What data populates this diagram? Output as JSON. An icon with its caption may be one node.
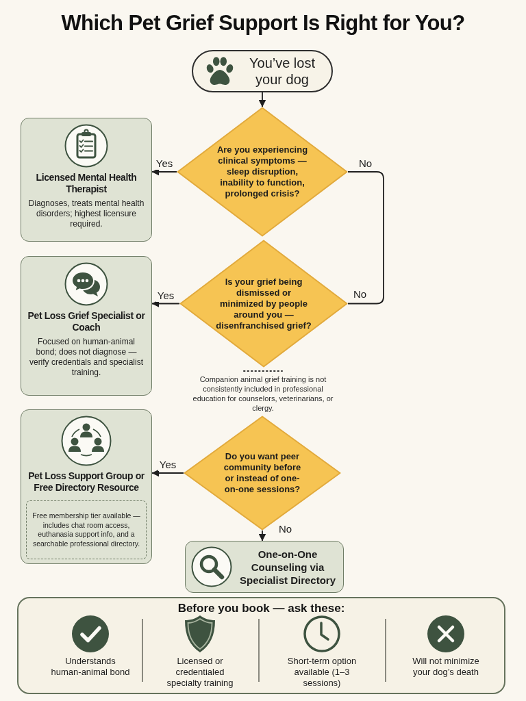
{
  "diagram": {
    "title": "Which Pet Grief Support Is Right for You?",
    "nodes": [
      {
        "text": [
          "You’ve lost your dog"
        ]
      },
      {
        "text": [
          "Are you experiencing clinical symptoms — sleep disruption, inability to function, prolonged crisis?"
        ]
      },
      {
        "text": [
          "Licensed Mental Health Therapist",
          "Diagnoses, treats mental health disorders; highest licensure required."
        ]
      },
      {
        "text": [
          "Is your grief being dismissed or minimized by people around you — disenfranchised grief?"
        ]
      },
      {
        "text": [
          "Pet Loss Grief Specialist or Coach",
          "Focused on human-animal bond; does not diagnose — verify credentials and specialist training."
        ]
      },
      {
        "text": [
          "Do you want peer community before or instead of one-on-one sessions?"
        ]
      },
      {
        "text": [
          "Pet Loss Support Group or Free Directory Resource"
        ]
      },
      {
        "text": [
          "Free membership tier available — includes chat room access, euthanasia support info, and a searchable professional directory."
        ],
        "in": 6
      },
      {
        "text": [
          "One-on-One Counseling via Specialist Directory"
        ]
      },
      {
        "text": [
          "Before you book — ask these:"
        ]
      }
    ],
    "edges": [
      {
        "from": 0,
        "to": 1,
        "arrow": "to"
      },
      {
        "from": 1,
        "to": 2,
        "arrow": "to",
        "label": "Yes"
      },
      {
        "from": 1,
        "to": 3,
        "arrow": "none",
        "label": "No"
      },
      {
        "from": 3,
        "to": 4,
        "arrow": "to",
        "label": "Yes"
      },
      {
        "from": 5,
        "to": 6,
        "arrow": "to",
        "label": "Yes"
      },
      {
        "from": 5,
        "to": 8,
        "arrow": "to",
        "label": "No"
      }
    ],
    "labels": [
      "No",
      "Companion animal grief training is not consistently included in professional education for counselors, veterinarians, or clergy.",
      "Understands human-animal bond",
      "Licensed or credentialed specialty training",
      "Short-term option available (1–3 sessions)",
      "Will not minimize your dog’s death"
    ]
  }
}
